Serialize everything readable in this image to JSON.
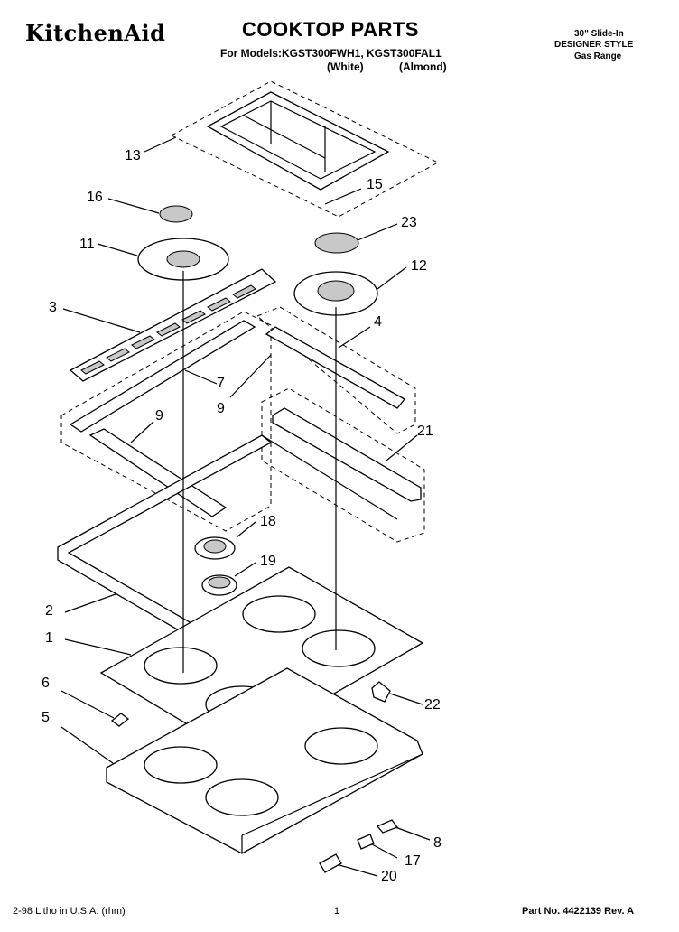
{
  "header": {
    "brand": "KitchenAid",
    "title": "COOKTOP PARTS",
    "models_line": "For Models:KGST300FWH1, KGST300FAL1",
    "color_white": "(White)",
    "color_almond": "(Almond)",
    "range_line1": "30\" Slide-In",
    "range_line2": "DESIGNER STYLE",
    "range_line3": "Gas Range"
  },
  "callouts": [
    "13",
    "16",
    "15",
    "23",
    "11",
    "12",
    "3",
    "4",
    "7",
    "9",
    "9",
    "21",
    "18",
    "19",
    "2",
    "1",
    "6",
    "22",
    "5",
    "8",
    "17",
    "20"
  ],
  "footer": {
    "left": "2-98 Litho in U.S.A. (rhm)",
    "center": "1",
    "right": "Part No. 4422139 Rev. A"
  }
}
